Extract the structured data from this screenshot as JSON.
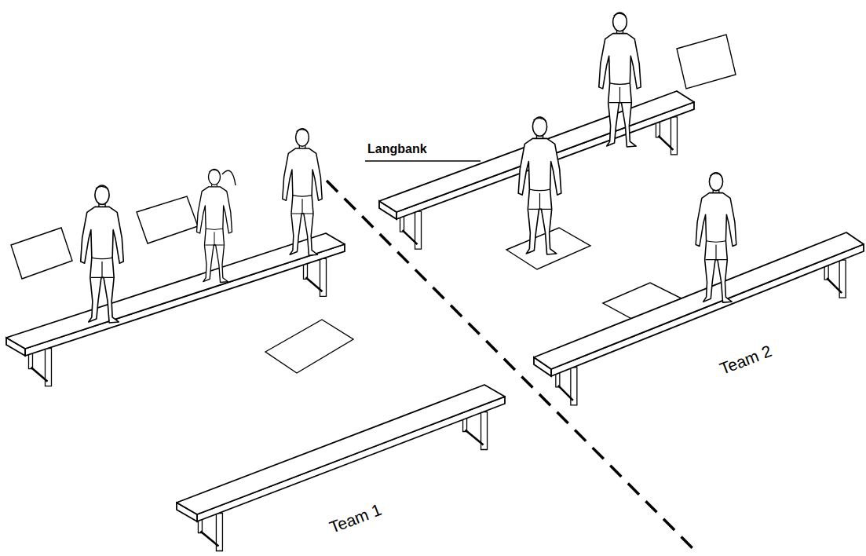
{
  "diagram": {
    "labels": [
      "Langbank",
      "Team 1",
      "Team 2"
    ]
  }
}
